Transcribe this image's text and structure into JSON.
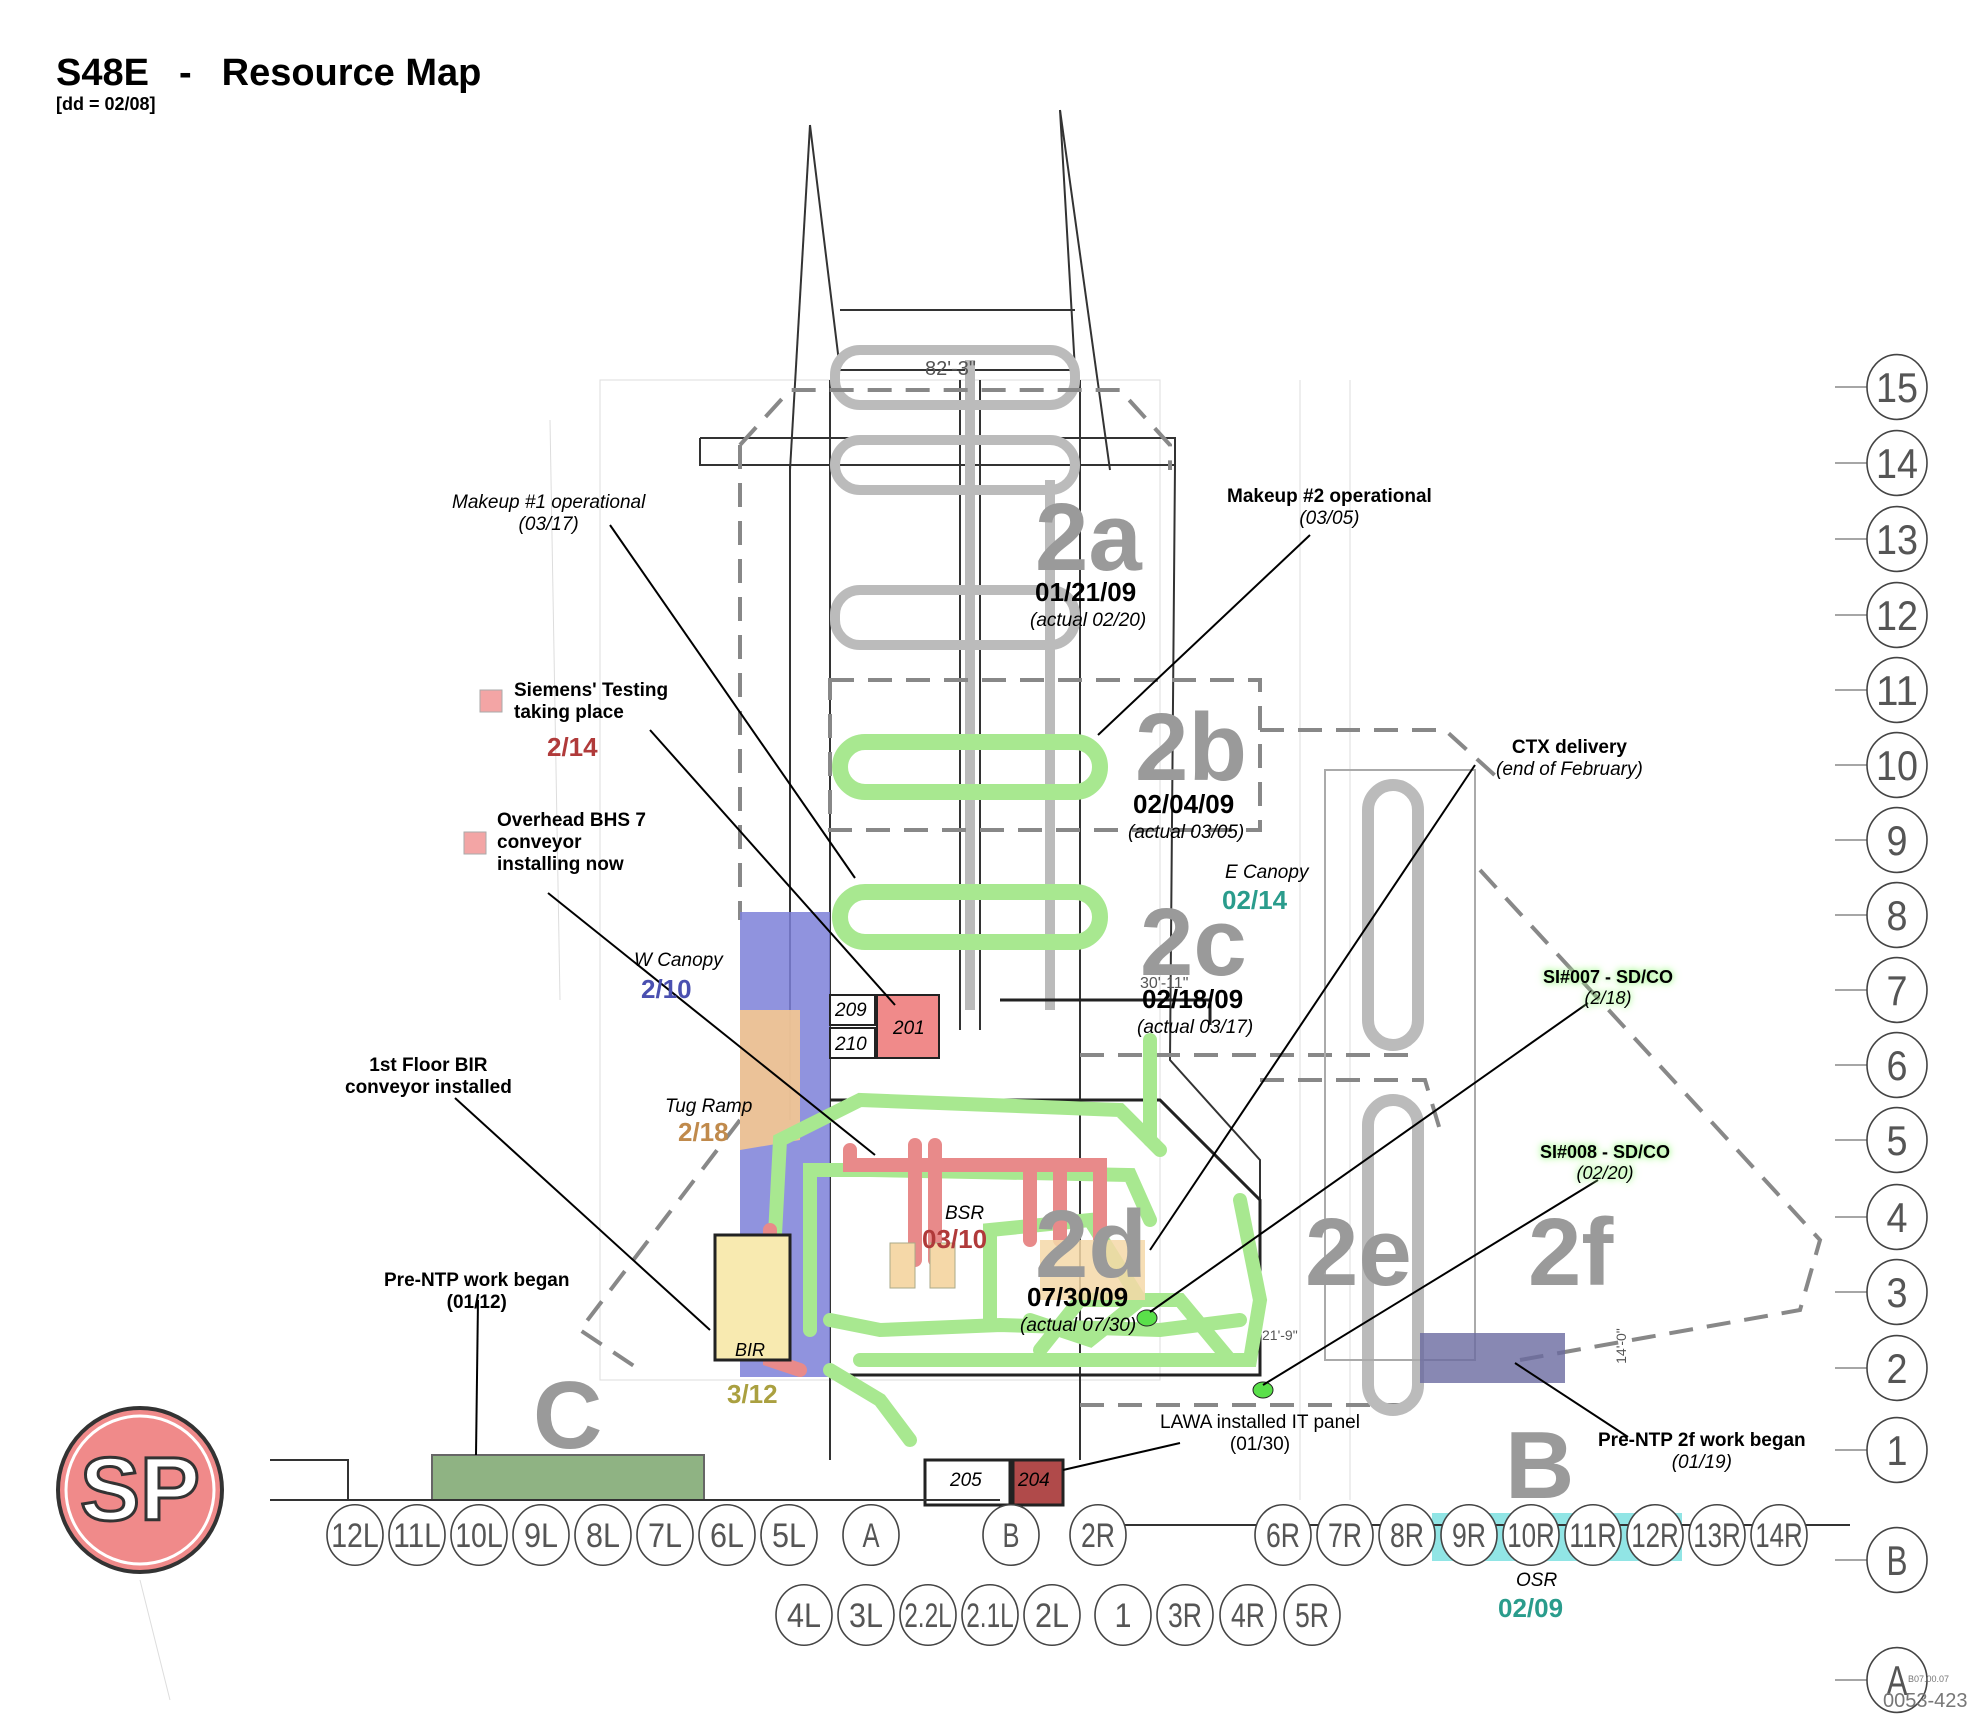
{
  "header": {
    "project": "S48E",
    "separator": "-",
    "title": "Resource Map",
    "subtitle": "[dd = 02/08]"
  },
  "zones": [
    {
      "id": "2a",
      "label": "2a",
      "date": "01/21/09",
      "actual": "(actual 02/20)"
    },
    {
      "id": "2b",
      "label": "2b",
      "date": "02/04/09",
      "actual": "(actual 03/05)"
    },
    {
      "id": "2c",
      "label": "2c",
      "date": "02/18/09",
      "actual": "(actual 03/17)"
    },
    {
      "id": "2d",
      "label": "2d",
      "date": "07/30/09",
      "actual": "(actual 07/30)"
    },
    {
      "id": "2e",
      "label": "2e"
    },
    {
      "id": "2f",
      "label": "2f"
    },
    {
      "id": "C",
      "label": "C"
    },
    {
      "id": "B",
      "label": "B"
    }
  ],
  "callouts": {
    "makeup1": {
      "text": "Makeup #1 operational",
      "date": "(03/17)"
    },
    "makeup2": {
      "text": "Makeup #2 operational",
      "date": "(03/05)"
    },
    "siemens": {
      "line1": "Siemens' Testing",
      "line2": "taking place",
      "date": "2/14"
    },
    "overhead": {
      "line1": "Overhead BHS 7",
      "line2": "conveyor",
      "line3": "installing now"
    },
    "wcanopy": {
      "text": "W Canopy",
      "date": "2/10"
    },
    "ecanopy": {
      "text": "E Canopy",
      "date": "02/14"
    },
    "ctx": {
      "text": "CTX delivery",
      "date": "(end of February)"
    },
    "si007": {
      "text": "SI#007 - SD/CO",
      "date": "(2/18)"
    },
    "si008": {
      "text": "SI#008 - SD/CO",
      "date": "(02/20)"
    },
    "bir1st": {
      "line1": "1st Floor BIR",
      "line2": "conveyor installed"
    },
    "tugramp": {
      "text": "Tug Ramp",
      "date": "2/18"
    },
    "bsr": {
      "text": "BSR",
      "date": "03/10"
    },
    "bir": {
      "text": "BIR",
      "date": "3/12"
    },
    "prentp": {
      "text": "Pre-NTP work began",
      "date": "(01/12)"
    },
    "prentp2f": {
      "text": "Pre-NTP 2f work began",
      "date": "(01/19)"
    },
    "lawa": {
      "text": "LAWA installed IT panel",
      "date": "(01/30)"
    },
    "osr": {
      "text": "OSR",
      "date": "02/09"
    }
  },
  "rooms": {
    "r209": "209",
    "r210": "210",
    "r201": "201",
    "r205": "205",
    "r204": "204"
  },
  "dimensions": {
    "top": "82'-3\"",
    "mid": "30'-11\"",
    "side": "14'-0\"",
    "low": "21'-9\""
  },
  "gridlines_bottom": [
    "12L",
    "11L",
    "10L",
    "9L",
    "8L",
    "7L",
    "6L",
    "5L",
    "A",
    "B",
    "2R",
    "6R",
    "7R",
    "8R",
    "9R",
    "10R",
    "11R",
    "12R",
    "13R",
    "14R"
  ],
  "gridlines_lower": [
    "4L",
    "3L",
    "2.2L",
    "2.1L",
    "2L",
    "1",
    "3R",
    "4R",
    "5R"
  ],
  "gridlines_right": [
    "15",
    "14",
    "13",
    "12",
    "11",
    "10",
    "9",
    "8",
    "7",
    "6",
    "5",
    "4",
    "3",
    "2",
    "1",
    "B",
    "A"
  ],
  "logo": {
    "text": "SP",
    "color": "#f08a8a"
  },
  "sheet_ref": {
    "code": "0053-423",
    "small": "B07.00.07"
  },
  "colors": {
    "green_conveyor": "#a8e890",
    "red_conveyor": "#e88a8a",
    "blue_canopy": "#7c80d8",
    "tan": "#f5c890",
    "olive_box": "#6a9a5a",
    "cyan_osr": "#7ee0e0",
    "navy_box": "#6a6aa0",
    "room_red": "#f08a8a",
    "room_dark_red": "#b04a4a",
    "zone_gray": "#9a9a9a"
  }
}
